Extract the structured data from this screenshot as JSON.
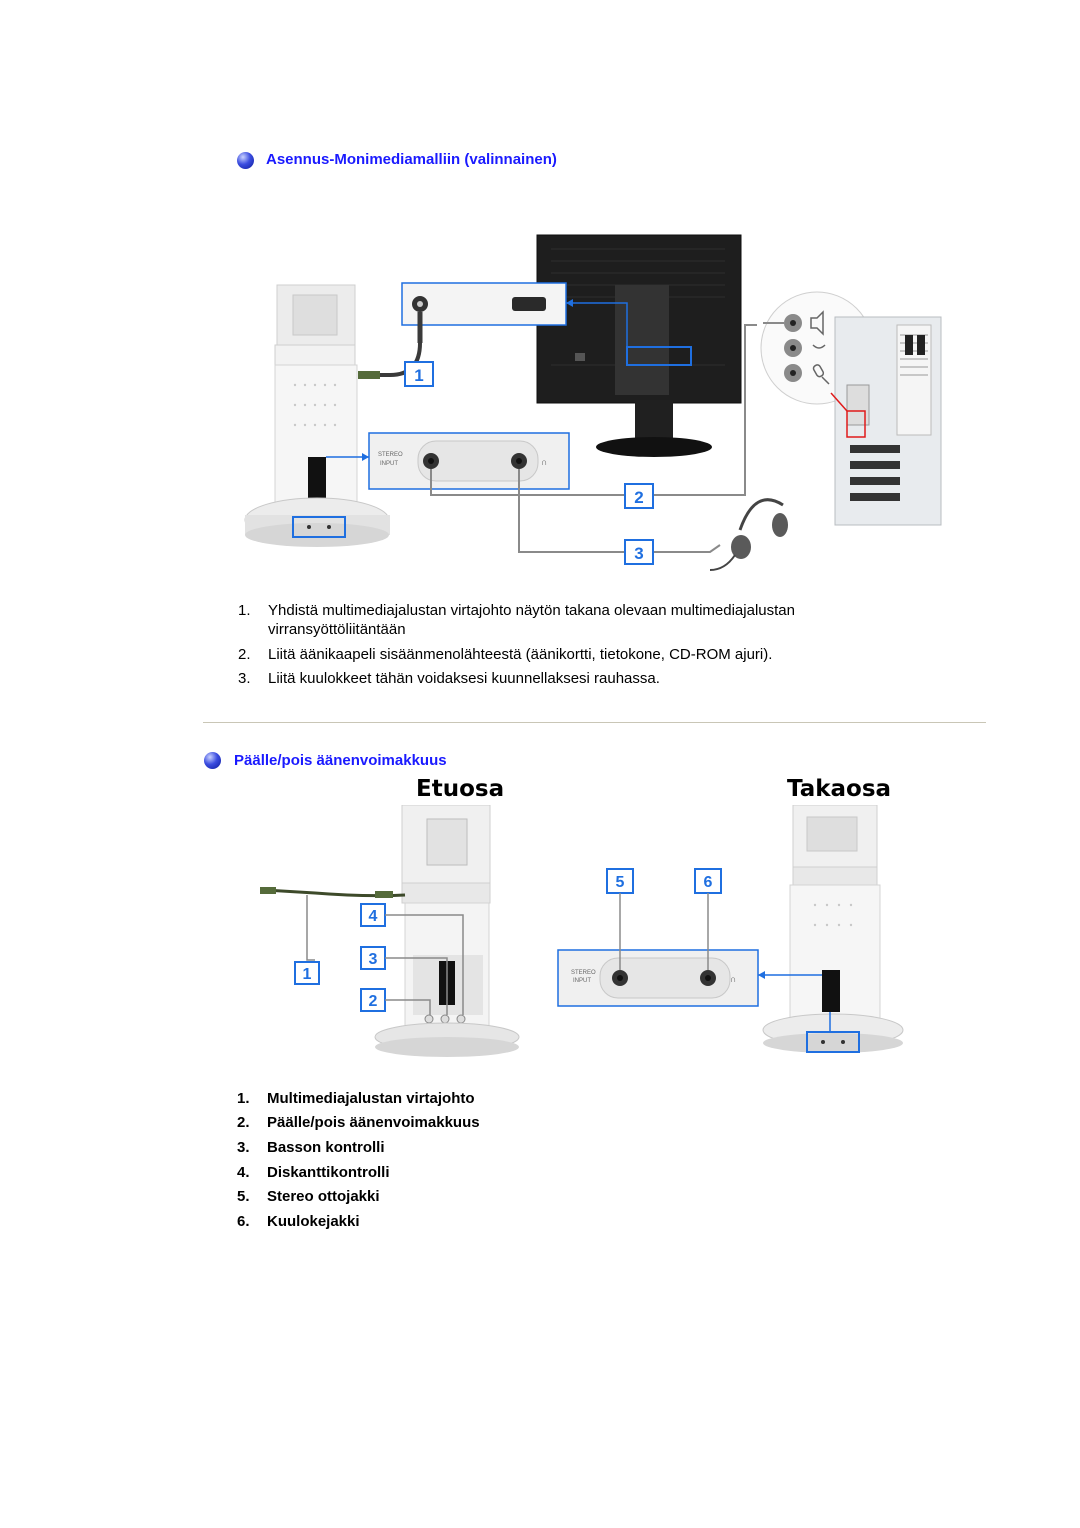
{
  "section1": {
    "title": "Asennus-Monimediamalliin (valinnainen)",
    "callouts": [
      "1",
      "2",
      "3"
    ],
    "panel_label_1": "STEREO",
    "panel_label_2": "INPUT",
    "steps": [
      {
        "num": "1.",
        "text": "Yhdistä multimediajalustan virtajohto näytön takana olevaan multimediajalustan virransyöttöliitäntään"
      },
      {
        "num": "2.",
        "text": "Liitä äänikaapeli sisäänmenolähteestä (äänikortti, tietokone, CD-ROM ajuri)."
      },
      {
        "num": "3.",
        "text": "Liitä kuulokkeet tähän voidaksesi kuunnellaksesi rauhassa."
      }
    ]
  },
  "section2": {
    "title": "Päälle/pois äänenvoimakkuus",
    "front_label": "Etuosa",
    "back_label": "Takaosa",
    "callouts": [
      "1",
      "2",
      "3",
      "4",
      "5",
      "6"
    ],
    "panel_label_1": "STEREO",
    "panel_label_2": "INPUT",
    "legend": [
      {
        "num": "1.",
        "text": "Multimediajalustan virtajohto"
      },
      {
        "num": "2.",
        "text": "Päälle/pois äänenvoimakkuus"
      },
      {
        "num": "3.",
        "text": "Basson kontrolli"
      },
      {
        "num": "4.",
        "text": "Diskanttikontrolli"
      },
      {
        "num": "5.",
        "text": "Stereo ottojakki"
      },
      {
        "num": "6.",
        "text": "Kuulokejakki"
      }
    ]
  },
  "colors": {
    "title_blue": "#1a1aff",
    "callout_blue": "#1f6fe0",
    "line_gray": "#8a8a8a"
  },
  "icons": [
    "bullet-icon",
    "headphone-icon",
    "speaker-icon",
    "microphone-icon"
  ]
}
